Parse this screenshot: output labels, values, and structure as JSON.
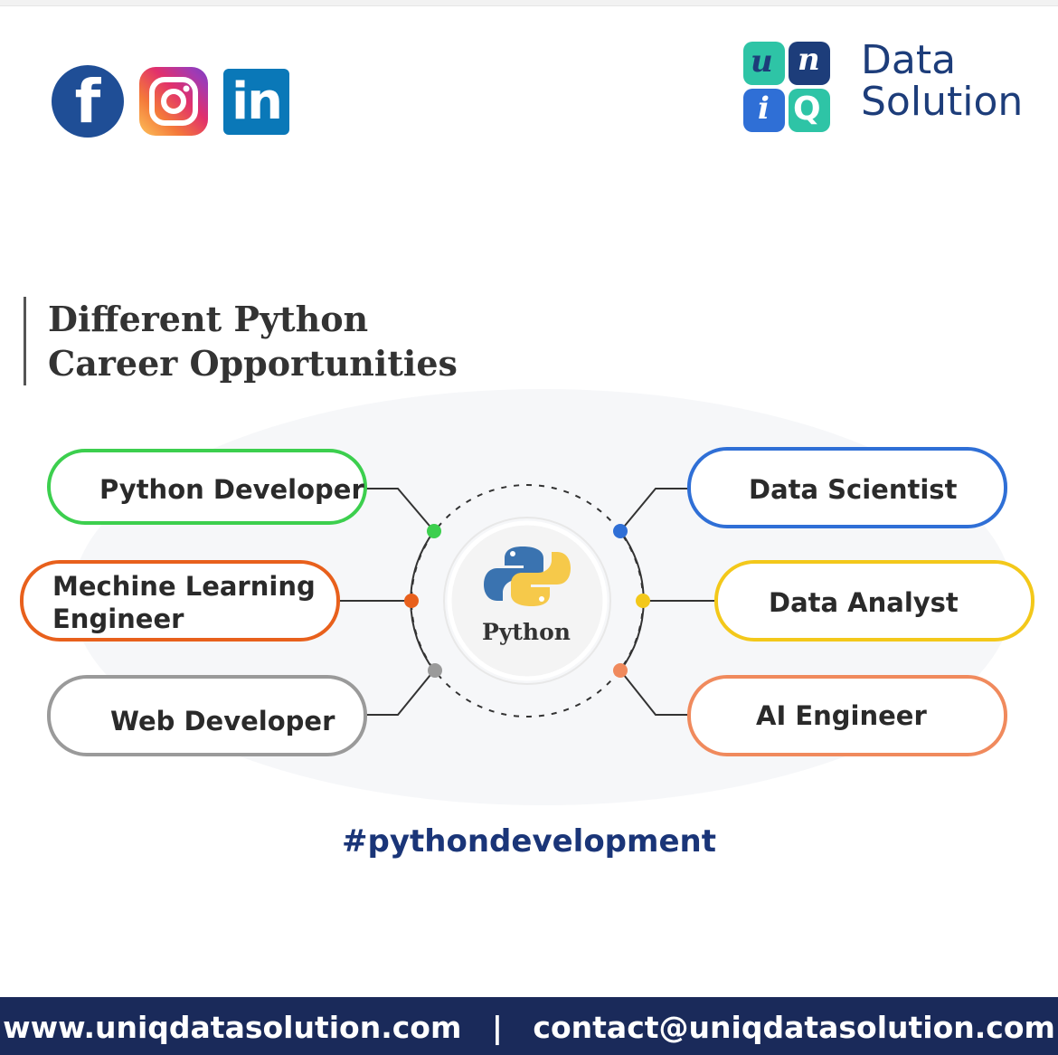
{
  "social": {
    "facebook_glyph": "f",
    "linkedin_glyph": "in"
  },
  "logo": {
    "letters": [
      "u",
      "n",
      "i",
      "Q"
    ],
    "line1": "Data",
    "line2": "Solution",
    "colors": [
      "#2ec4a6",
      "#1d3d7a",
      "#2f6fd6",
      "#2ec4a6"
    ]
  },
  "title": {
    "line1": "Different Python",
    "line2": "Career Opportunities"
  },
  "center": {
    "label": "Python",
    "icon": "python-logo-icon"
  },
  "careers_left": [
    {
      "label": "Python Developer",
      "color": "#3ccf4e"
    },
    {
      "label": "Mechine Learning",
      "label2": "Engineer",
      "color": "#e8601c"
    },
    {
      "label": "Web Developer",
      "color": "#9a9a9a"
    }
  ],
  "careers_right": [
    {
      "label": "Data Scientist",
      "color": "#2f6fd6"
    },
    {
      "label": "Data Analyst",
      "color": "#f3c81a"
    },
    {
      "label": "AI Engineer",
      "color": "#f08a5d"
    }
  ],
  "hashtag": "#pythondevelopment",
  "footer": {
    "website": "www.uniqdatasolution.com",
    "separator": "|",
    "email": "contact@uniqdatasolution.com"
  }
}
